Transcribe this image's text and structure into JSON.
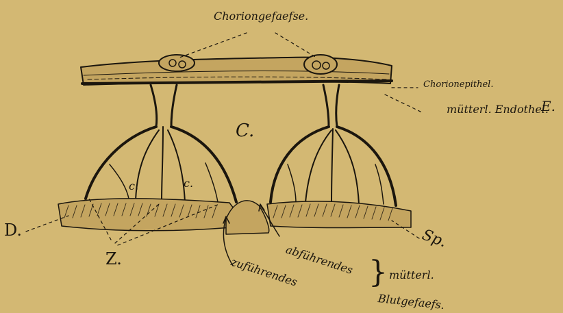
{
  "figure": {
    "labels": {
      "choriongefaesse": "Choriongefaefse.",
      "chorionepithel": "Chorionepithel.",
      "endothel_label": "mütterl. Endothel.",
      "endothel_letter": "E.",
      "center_space": "C.",
      "small_space_1": "c.",
      "small_space_2": "c.",
      "decidua": "D.",
      "zotten": "Z.",
      "spongiosa": "Sp.",
      "abfuehrendes": "abführendes",
      "zufuehrendes": "zuführendes",
      "brace": "}",
      "muetterl": "mütterl.",
      "blutgefaess": "Blutgefaefs."
    }
  },
  "colors": {
    "paper": "#d3b873",
    "ink": "#1b160e",
    "tissue": "#c4a560"
  }
}
